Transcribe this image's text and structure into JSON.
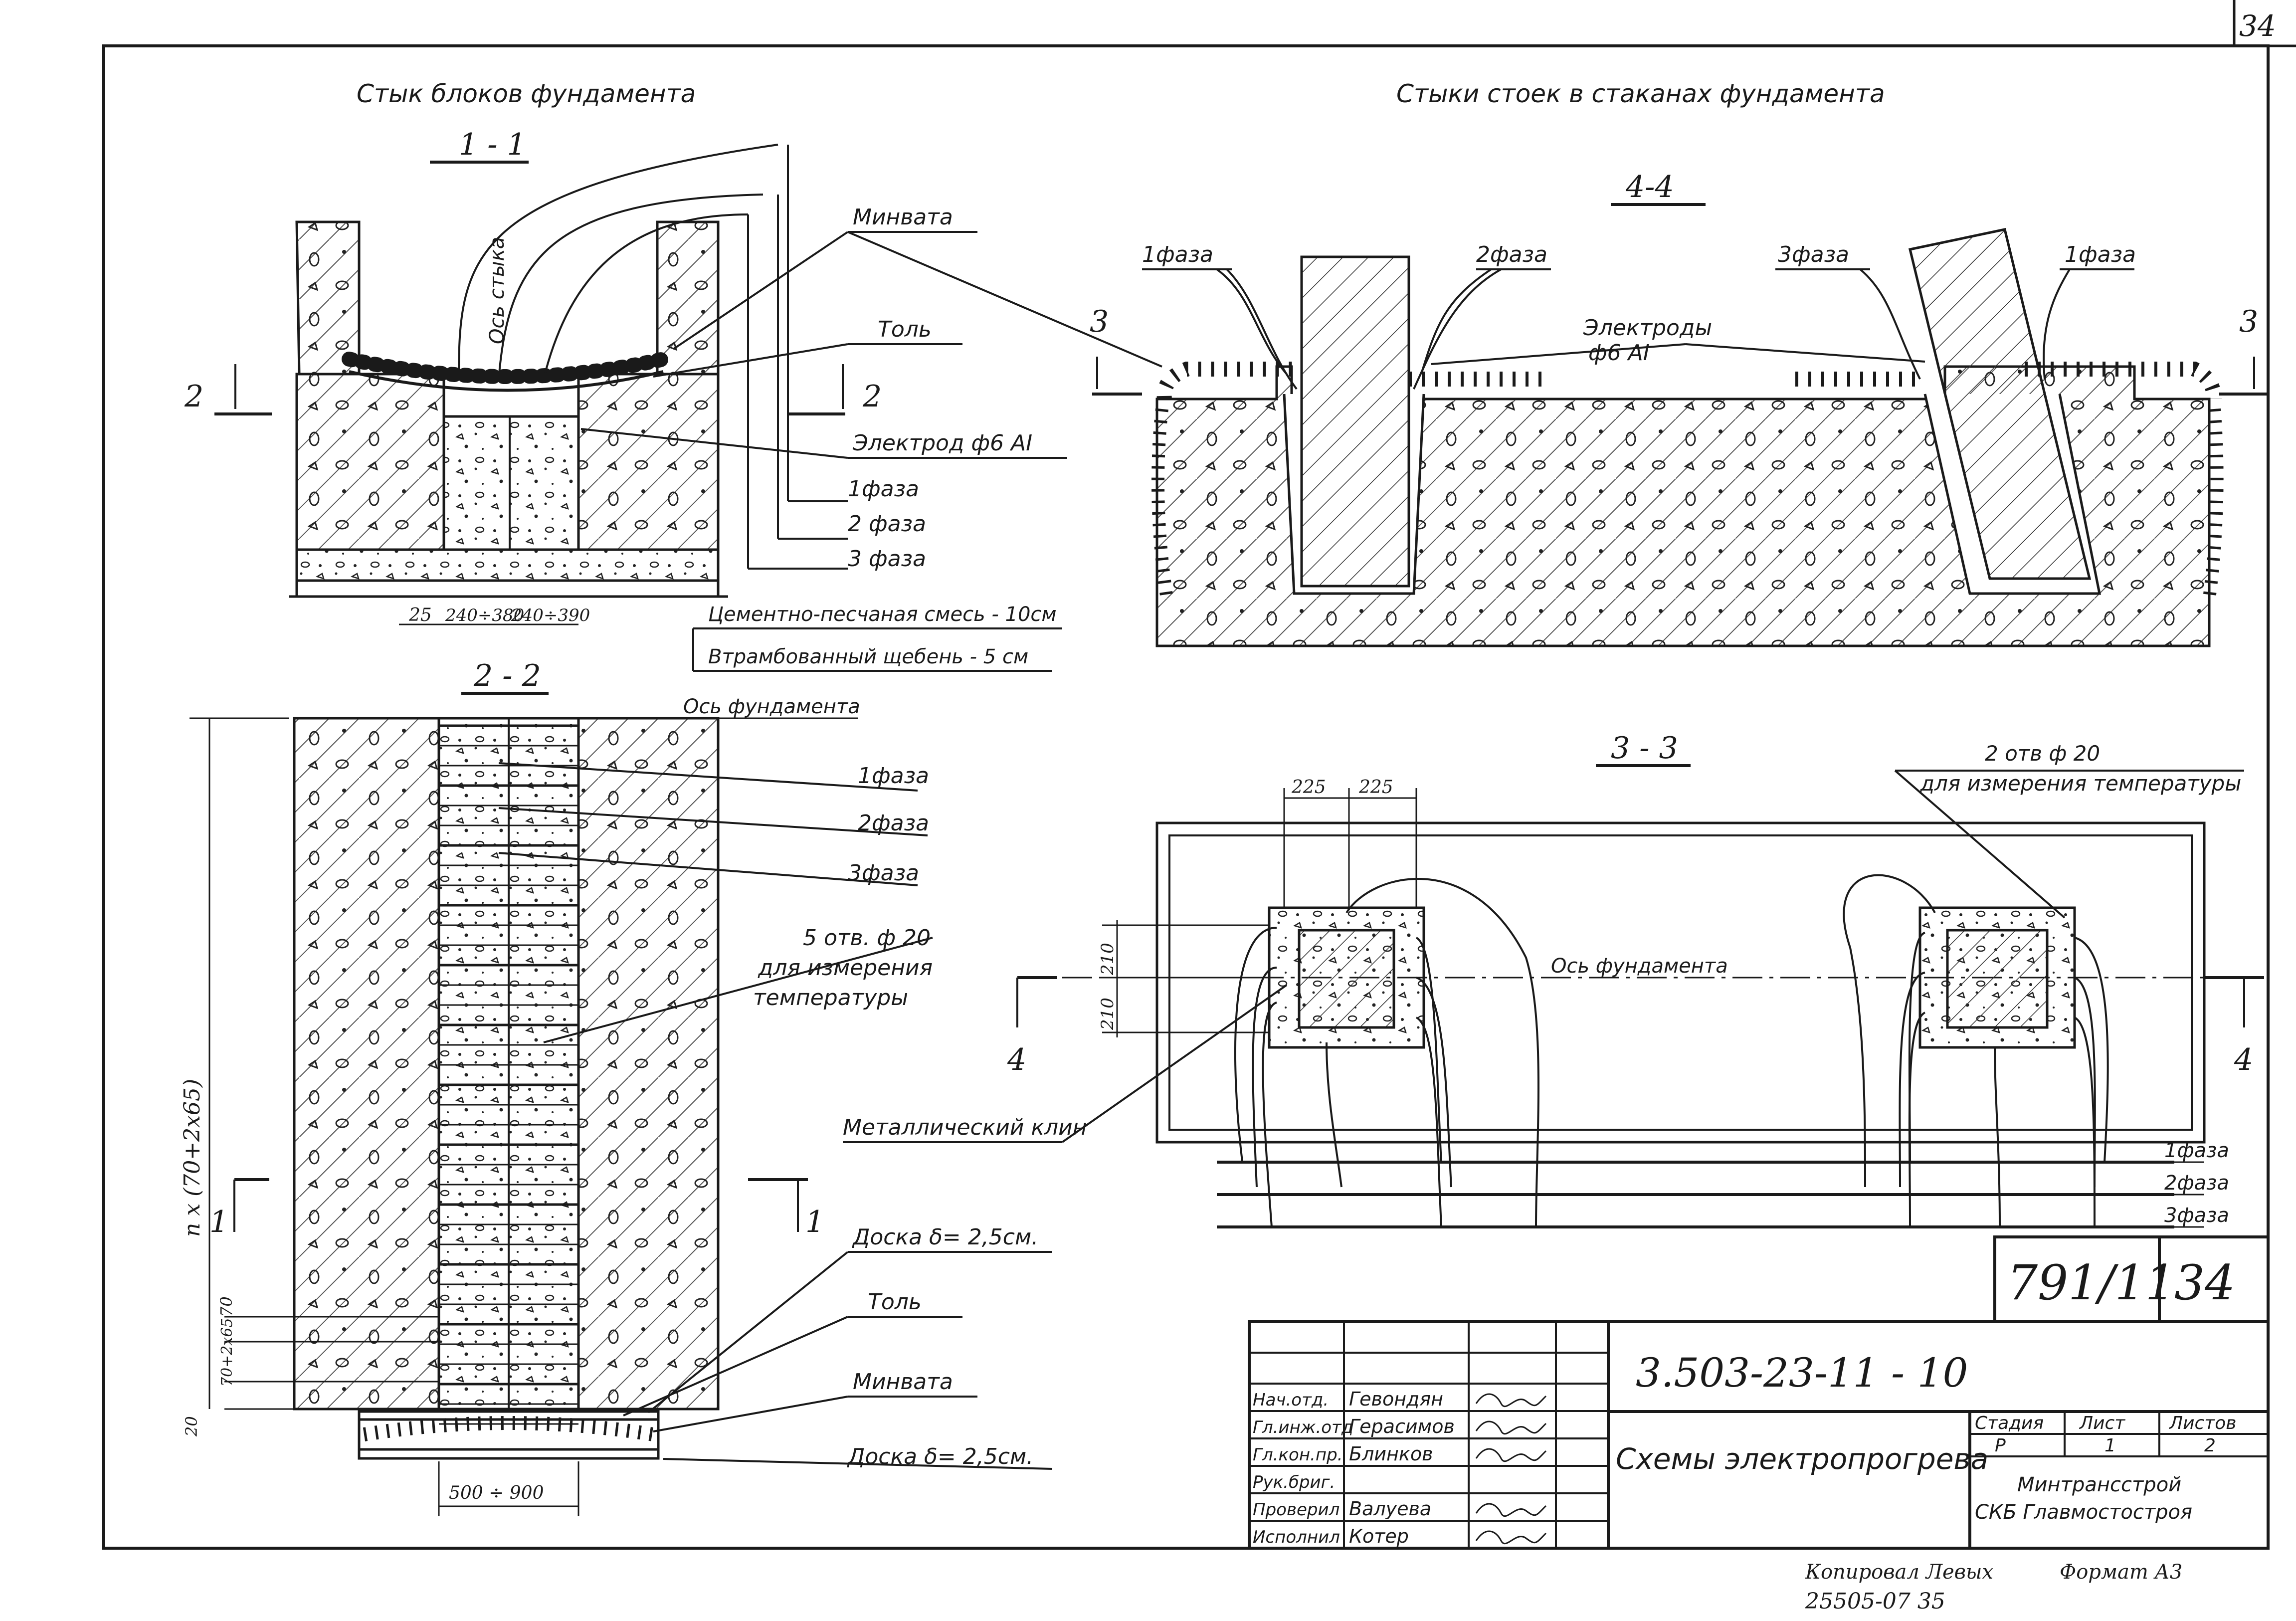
{
  "sheet_number": "34",
  "titles": {
    "left": "Стык блоков фундамента",
    "right": "Стыки стоек в стаканах фундамента"
  },
  "sections": {
    "s11": "1 - 1",
    "s22": "2 - 2",
    "s44": "4-4",
    "s33": "3 - 3"
  },
  "section_marks": {
    "two": "2",
    "three": "3",
    "four": "4",
    "one": "1"
  },
  "labels": {
    "axis_joint": "Ось стыка",
    "minvata": "Минвата",
    "tol": "Толь",
    "electrode": "Электрод ф6 АI",
    "phase1": "1фаза",
    "phase2": "2 фаза",
    "phase3": "3 фаза",
    "cement_mix": "Цементно-песчаная смесь - 10см",
    "crushed_stone": "Втрамбованный щебень - 5 см",
    "axis_foundation": "Ось фундамента",
    "phase1b": "1фаза",
    "phase2b": "2фаза",
    "phase3b": "3фаза",
    "holes5": "5 отв. ф 20",
    "holes5_line2": "для измерения",
    "holes5_line3": "температуры",
    "board1": "Доска δ= 2,5см.",
    "tol2": "Толь",
    "minvata2": "Минвата",
    "board2": "Доска δ= 2,5см.",
    "phase_44_1a": "1фаза",
    "phase_44_2": "2фаза",
    "phase_44_3": "3фаза",
    "phase_44_1b": "1фаза",
    "electrodes": "Электроды",
    "electrodes_dia": "ф6 АI",
    "holes2": "2 отв  ф 20",
    "holes2_line2": "для измерения температуры",
    "axis_foundation_33": "Ось фундамента",
    "metal_wedge": "Металлический клин",
    "bus1": "1фаза",
    "bus2": "2фаза",
    "bus3": "3фаза"
  },
  "dimensions": {
    "d25": "25",
    "d240_380": "240÷380",
    "d240_390": "240÷390",
    "d_n": "n x (70+2x65)",
    "d70": "70",
    "d70_2x65": "70+2х65",
    "d20": "20",
    "d500_900": "500 ÷ 900",
    "d225a": "225",
    "d225b": "225",
    "d210a": "210",
    "d210b": "210"
  },
  "stamp": {
    "doc_code": "3.503-23-11 - 10",
    "drawing_title": "Схемы электропрогрева",
    "box_number": "791/11",
    "box_sheet": "34",
    "stage_h": "Стадия",
    "sheet_h": "Лист",
    "sheets_h": "Листов",
    "stage_v": "Р",
    "sheet_v": "1",
    "sheets_v": "2",
    "org1": "Минтрансстрой",
    "org2": "СКБ Главмостостроя",
    "rows": [
      {
        "role": "Нач.отд.",
        "name": "Гевондян"
      },
      {
        "role": "Гл.инж.отд",
        "name": "Герасимов"
      },
      {
        "role": "Гл.кон.пр.",
        "name": "Блинков"
      },
      {
        "role": "Рук.бриг.",
        "name": ""
      },
      {
        "role": "Проверил",
        "name": "Валуева"
      },
      {
        "role": "Исполнил",
        "name": "Котер"
      }
    ]
  },
  "footer": {
    "copied": "Копировал Левых",
    "format": "Формат А3",
    "number": "25505-07  35"
  }
}
